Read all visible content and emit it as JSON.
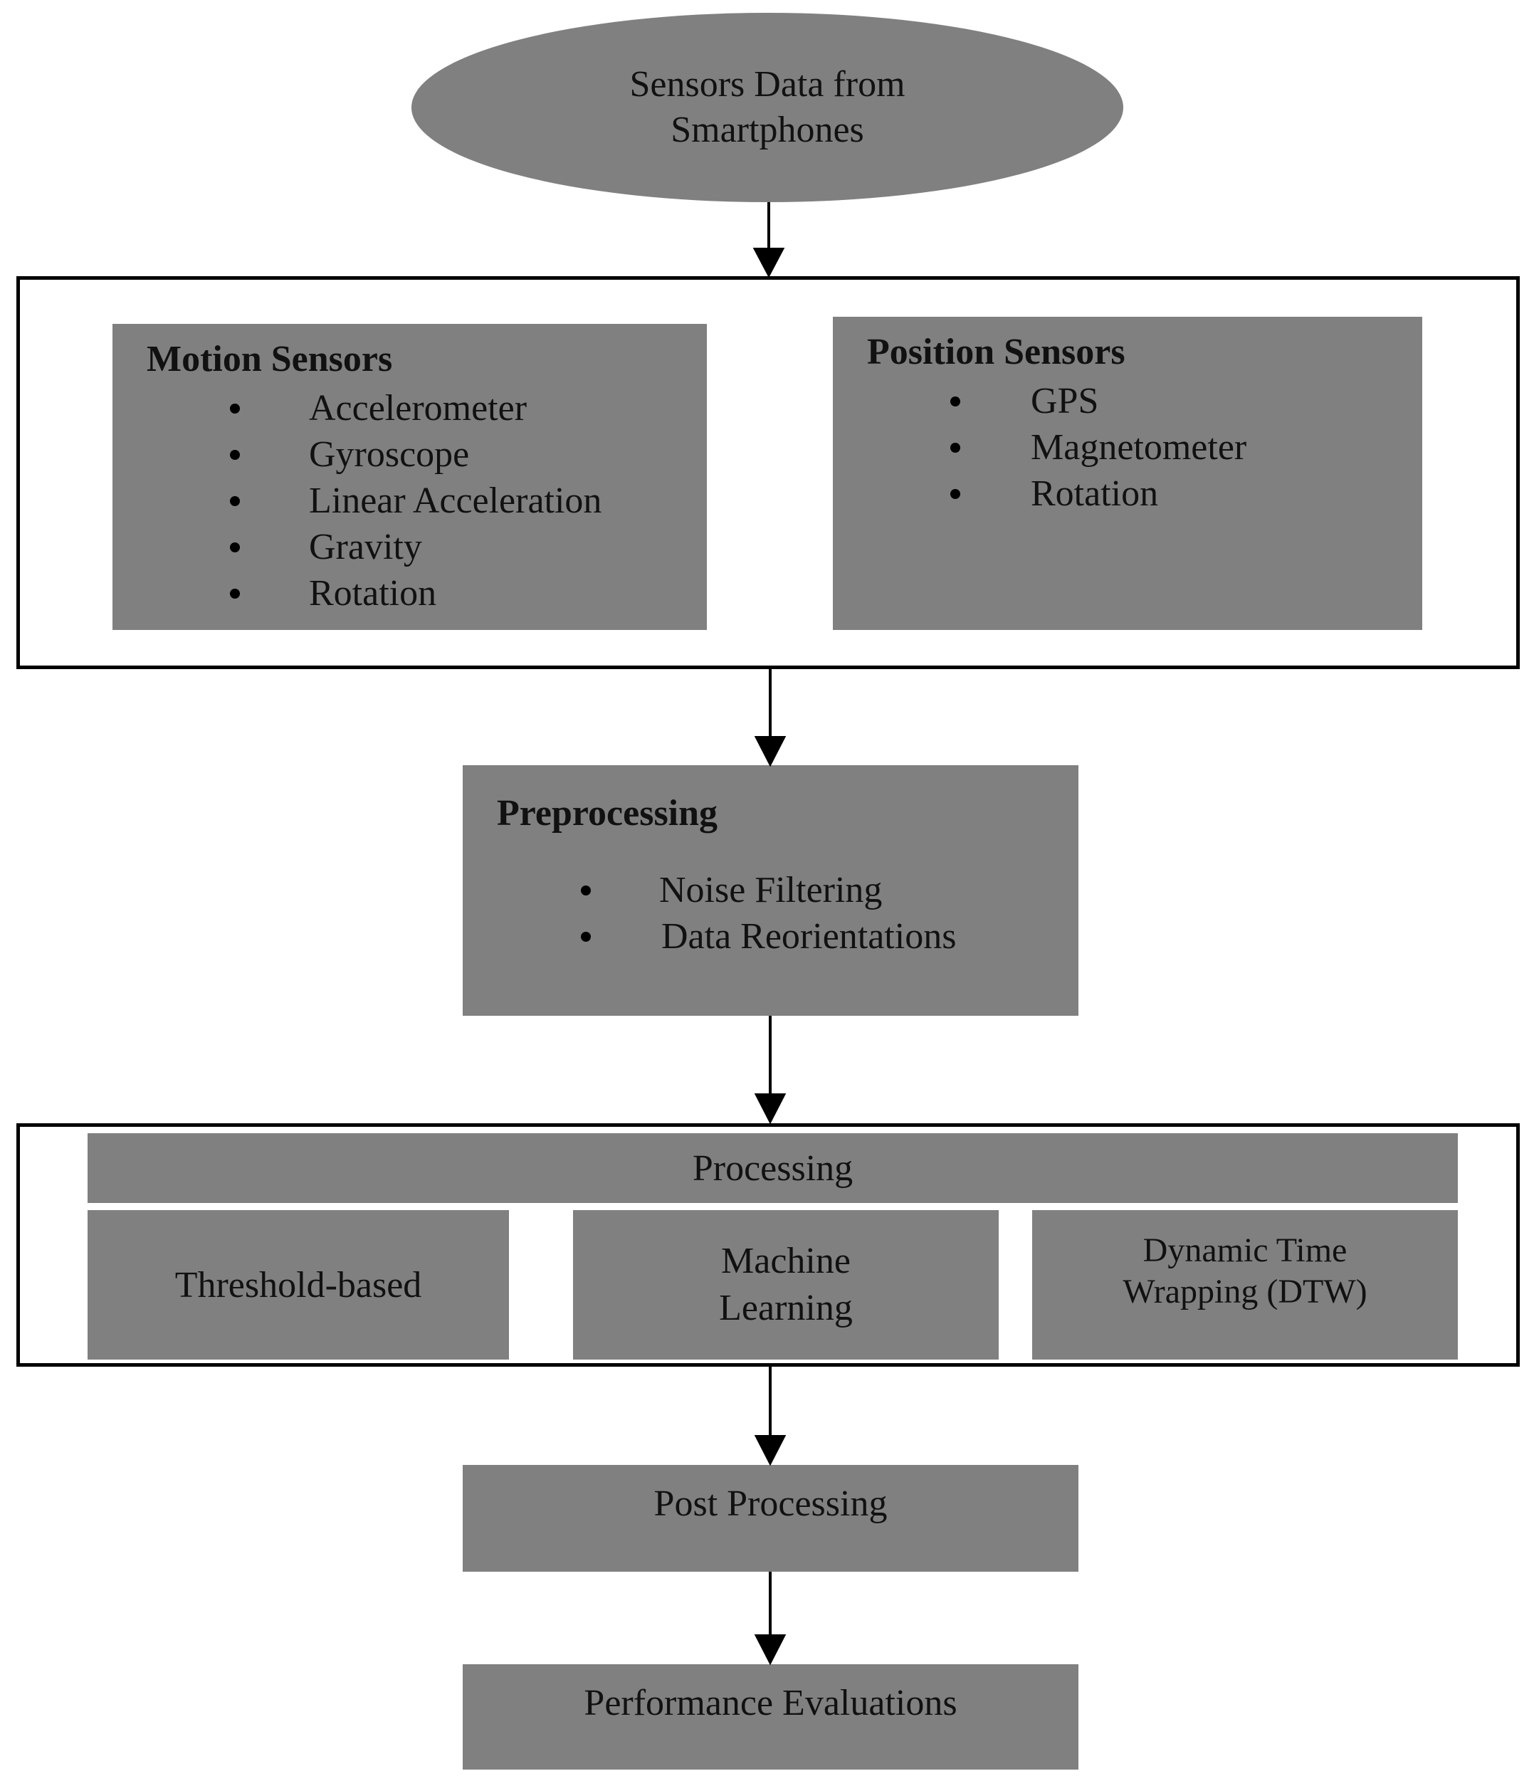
{
  "start": {
    "line1": "Sensors Data from",
    "line2": "Smartphones"
  },
  "motion_sensors": {
    "title": "Motion Sensors",
    "items": [
      "Accelerometer",
      "Gyroscope",
      "Linear Acceleration",
      "Gravity",
      "Rotation"
    ]
  },
  "position_sensors": {
    "title": "Position Sensors",
    "items": [
      "GPS",
      "Magnetometer",
      "Rotation"
    ]
  },
  "preprocessing": {
    "title": "Preprocessing",
    "items": [
      "Noise Filtering",
      "Data Reorientations"
    ]
  },
  "processing": {
    "title": "Processing",
    "threshold": "Threshold-based",
    "ml": {
      "line1": "Machine",
      "line2": "Learning"
    },
    "dtw": {
      "line1": "Dynamic Time",
      "line2": "Wrapping (DTW)"
    }
  },
  "post_processing": "Post Processing",
  "performance": "Performance Evaluations",
  "colors": {
    "box_fill": "#808080",
    "border": "#000000"
  }
}
